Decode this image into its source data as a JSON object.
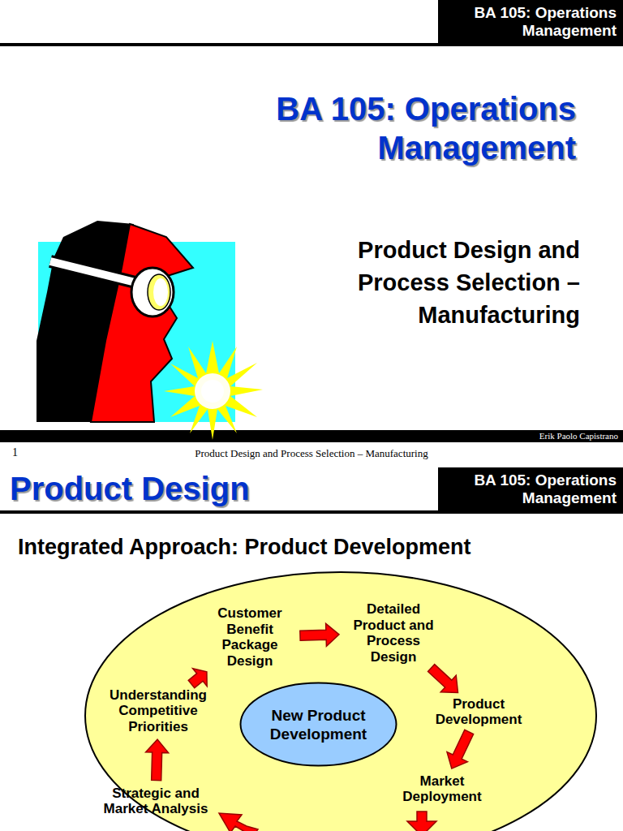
{
  "diagram": {
    "title": "BA 105: Operations Management",
    "nodes": [
      {
        "text": [
          "BA 105: Operations Management"
        ]
      },
      {
        "text": [
          "BA 105: Operations Management"
        ]
      },
      {
        "text": [
          "New Product Development"
        ]
      },
      {
        "text": [
          "Customer Benefit Package Design"
        ]
      },
      {
        "text": [
          "Detailed Product and Process Design"
        ]
      },
      {
        "text": [
          "Product Development"
        ]
      },
      {
        "text": [
          "Market Deployment"
        ]
      },
      {
        "text": [
          "Strategic and Market Analysis"
        ]
      },
      {
        "text": [
          "Understanding Competitive Priorities"
        ]
      }
    ],
    "edges": [
      {
        "from": 3,
        "to": 4,
        "arrow": "to"
      },
      {
        "from": 4,
        "to": 5,
        "arrow": "to"
      },
      {
        "from": 5,
        "to": 6,
        "arrow": "to"
      },
      {
        "from": 7,
        "to": 8,
        "arrow": "to"
      },
      {
        "from": 8,
        "to": 3,
        "arrow": "to"
      }
    ],
    "labels": [
      "Product Design and Process Selection – Manufacturing",
      "Erik Paolo Capistrano",
      "1",
      "Product Design and Process Selection – Manufacturing",
      "Product Design",
      "Integrated Approach: Product Development"
    ]
  }
}
